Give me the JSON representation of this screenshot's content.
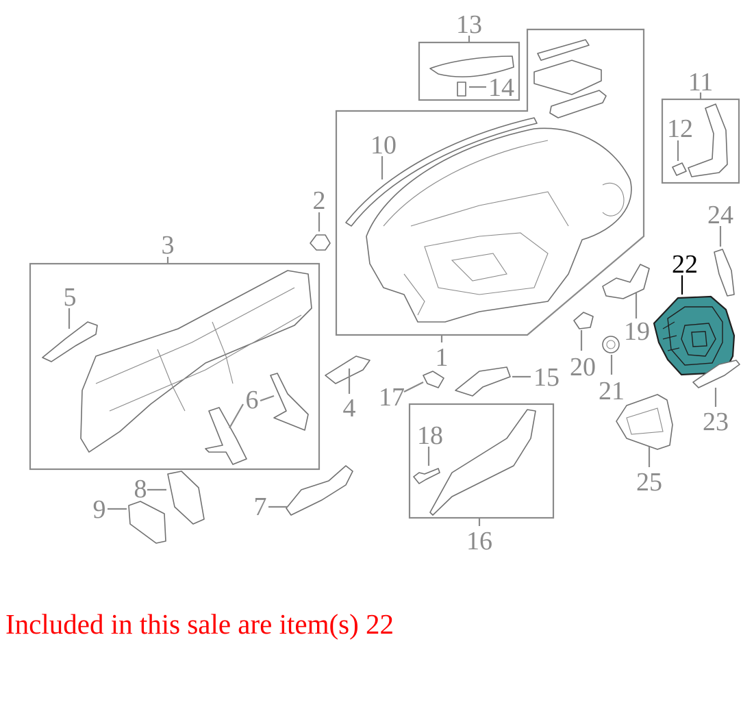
{
  "colors": {
    "callout": "#8a8a8a",
    "selected_callout": "#000000",
    "highlight_fill": "#3d9496",
    "caption": "#ff0000"
  },
  "callouts": [
    {
      "id": "1",
      "label": "1"
    },
    {
      "id": "2",
      "label": "2"
    },
    {
      "id": "3",
      "label": "3"
    },
    {
      "id": "4",
      "label": "4"
    },
    {
      "id": "5",
      "label": "5"
    },
    {
      "id": "6",
      "label": "6"
    },
    {
      "id": "7",
      "label": "7"
    },
    {
      "id": "8",
      "label": "8"
    },
    {
      "id": "9",
      "label": "9"
    },
    {
      "id": "10",
      "label": "10"
    },
    {
      "id": "11",
      "label": "11"
    },
    {
      "id": "12",
      "label": "12"
    },
    {
      "id": "13",
      "label": "13"
    },
    {
      "id": "14",
      "label": "14"
    },
    {
      "id": "15",
      "label": "15"
    },
    {
      "id": "16",
      "label": "16"
    },
    {
      "id": "17",
      "label": "17"
    },
    {
      "id": "18",
      "label": "18"
    },
    {
      "id": "19",
      "label": "19"
    },
    {
      "id": "20",
      "label": "20"
    },
    {
      "id": "21",
      "label": "21"
    },
    {
      "id": "22",
      "label": "22",
      "selected": true
    },
    {
      "id": "23",
      "label": "23"
    },
    {
      "id": "24",
      "label": "24"
    },
    {
      "id": "25",
      "label": "25"
    }
  ],
  "caption": "Included in this sale are item(s) 22"
}
